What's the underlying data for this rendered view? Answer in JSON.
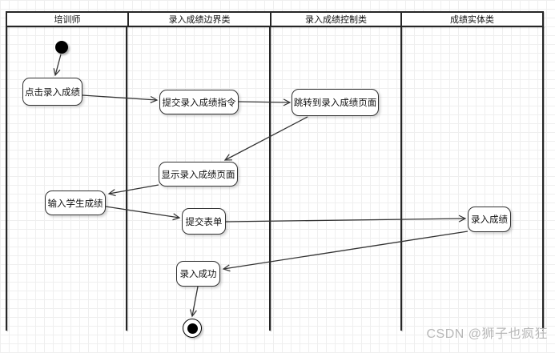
{
  "diagram": {
    "type": "uml-swimlane-activity-diagram",
    "lanes": [
      "培训师",
      "录入成绩边界类",
      "录入成绩控制类",
      "成绩实体类"
    ],
    "nodes": {
      "click_enter": "点击录入成绩",
      "submit_command": "提交录入成绩指令",
      "jump_page": "跳转到录入成绩页面",
      "display_page": "显示录入成绩页面",
      "input_grades": "输入学生成绩",
      "submit_form": "提交表单",
      "enter_grades": "录入成绩",
      "entry_success": "录入成功"
    },
    "edges": [
      {
        "from": "start",
        "to": "click_enter"
      },
      {
        "from": "click_enter",
        "to": "submit_command"
      },
      {
        "from": "submit_command",
        "to": "jump_page"
      },
      {
        "from": "jump_page",
        "to": "display_page"
      },
      {
        "from": "display_page",
        "to": "input_grades"
      },
      {
        "from": "input_grades",
        "to": "submit_form"
      },
      {
        "from": "submit_form",
        "to": "enter_grades"
      },
      {
        "from": "enter_grades",
        "to": "entry_success"
      },
      {
        "from": "entry_success",
        "to": "end"
      }
    ],
    "colors": {
      "line": "#333333",
      "lane_border": "#262626",
      "node_fill": "#ffffff",
      "grid": "#efefef",
      "watermark": "#b8b8b8"
    },
    "watermark": "CSDN @狮子也疯狂"
  }
}
